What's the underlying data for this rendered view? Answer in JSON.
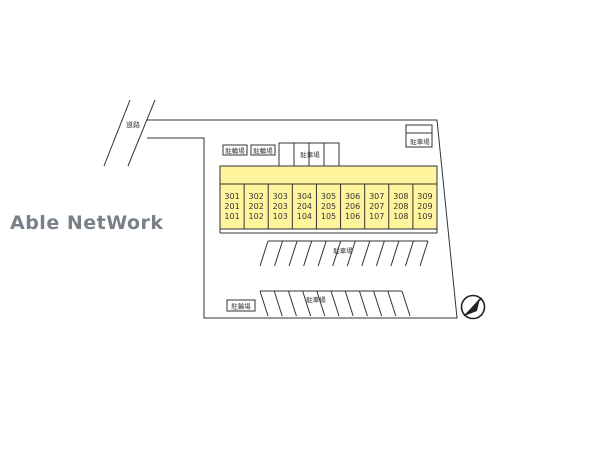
{
  "watermark": "Able NetWork",
  "road_label": "道路",
  "labels": {
    "bicycle_parking_1": "駐輪場",
    "bicycle_parking_2": "駐輪場",
    "bicycle_parking_3": "駐輪場",
    "parking_small_top": "駐車場",
    "parking_top_right": "駐車場",
    "parking_middle": "駐車場",
    "parking_bottom": "駐車場"
  },
  "building": {
    "fill_color": "#fff59d",
    "columns": [
      [
        "301",
        "201",
        "101"
      ],
      [
        "302",
        "202",
        "102"
      ],
      [
        "303",
        "203",
        "103"
      ],
      [
        "304",
        "204",
        "104"
      ],
      [
        "305",
        "205",
        "105"
      ],
      [
        "306",
        "206",
        "106"
      ],
      [
        "307",
        "207",
        "107"
      ],
      [
        "308",
        "208",
        "108"
      ],
      [
        "309",
        "209",
        "109"
      ]
    ]
  },
  "compass_icon": "north-arrow-icon"
}
